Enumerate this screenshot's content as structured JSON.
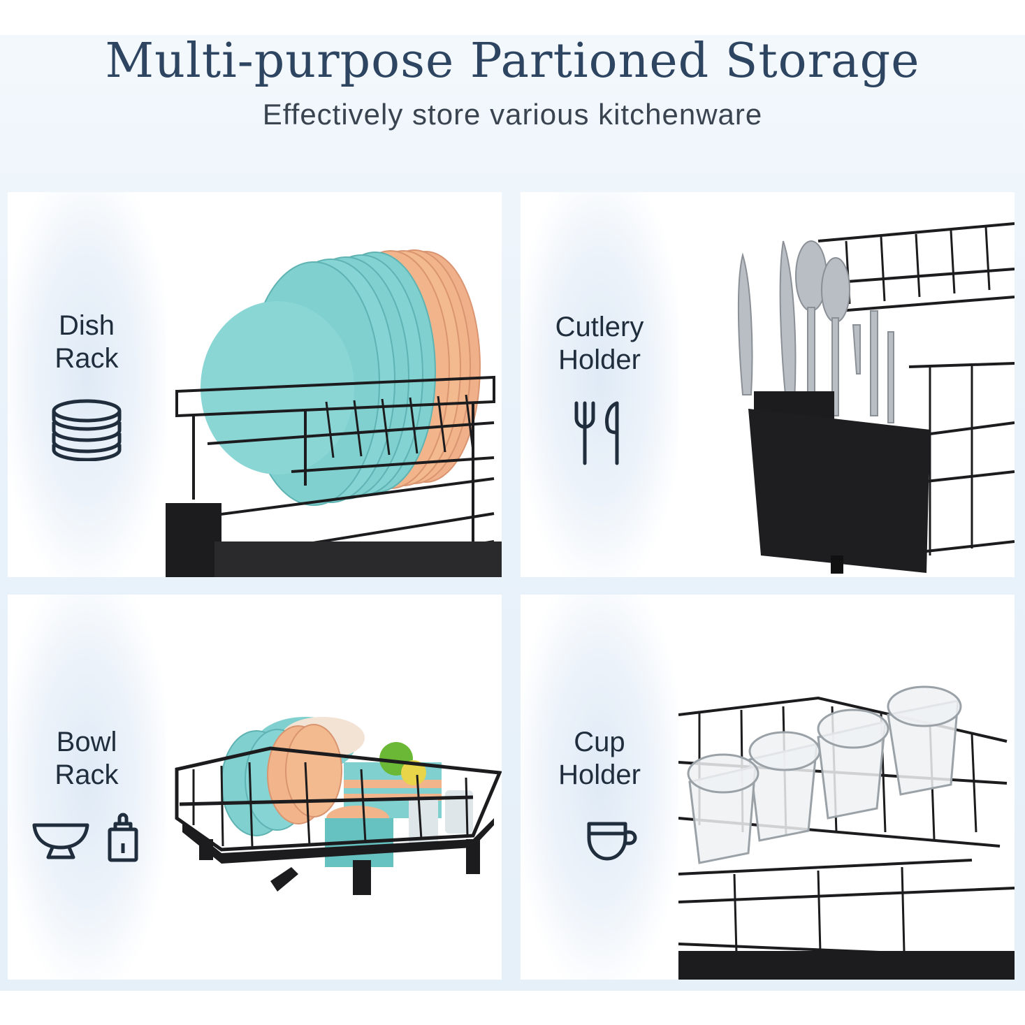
{
  "header": {
    "title": "Multi-purpose Partioned Storage",
    "subtitle": "Effectively store various kitchenware"
  },
  "panels": [
    {
      "line1": "Dish",
      "line2": "Rack",
      "icon": "stacked-plates-icon"
    },
    {
      "line1": "Cutlery",
      "line2": "Holder",
      "icon": "fork-spoon-icon"
    },
    {
      "line1": "Bowl",
      "line2": "Rack",
      "icon": "bowl-and-bottle-icon"
    },
    {
      "line1": "Cup",
      "line2": "Holder",
      "icon": "cup-icon"
    }
  ],
  "colors": {
    "title": "#2e4561",
    "label": "#1f2d3c",
    "icon": "#1f2d3c",
    "plates_teal": "#7fd0cf",
    "plates_peach": "#f2b48a",
    "rack": "#1c1c1e"
  }
}
